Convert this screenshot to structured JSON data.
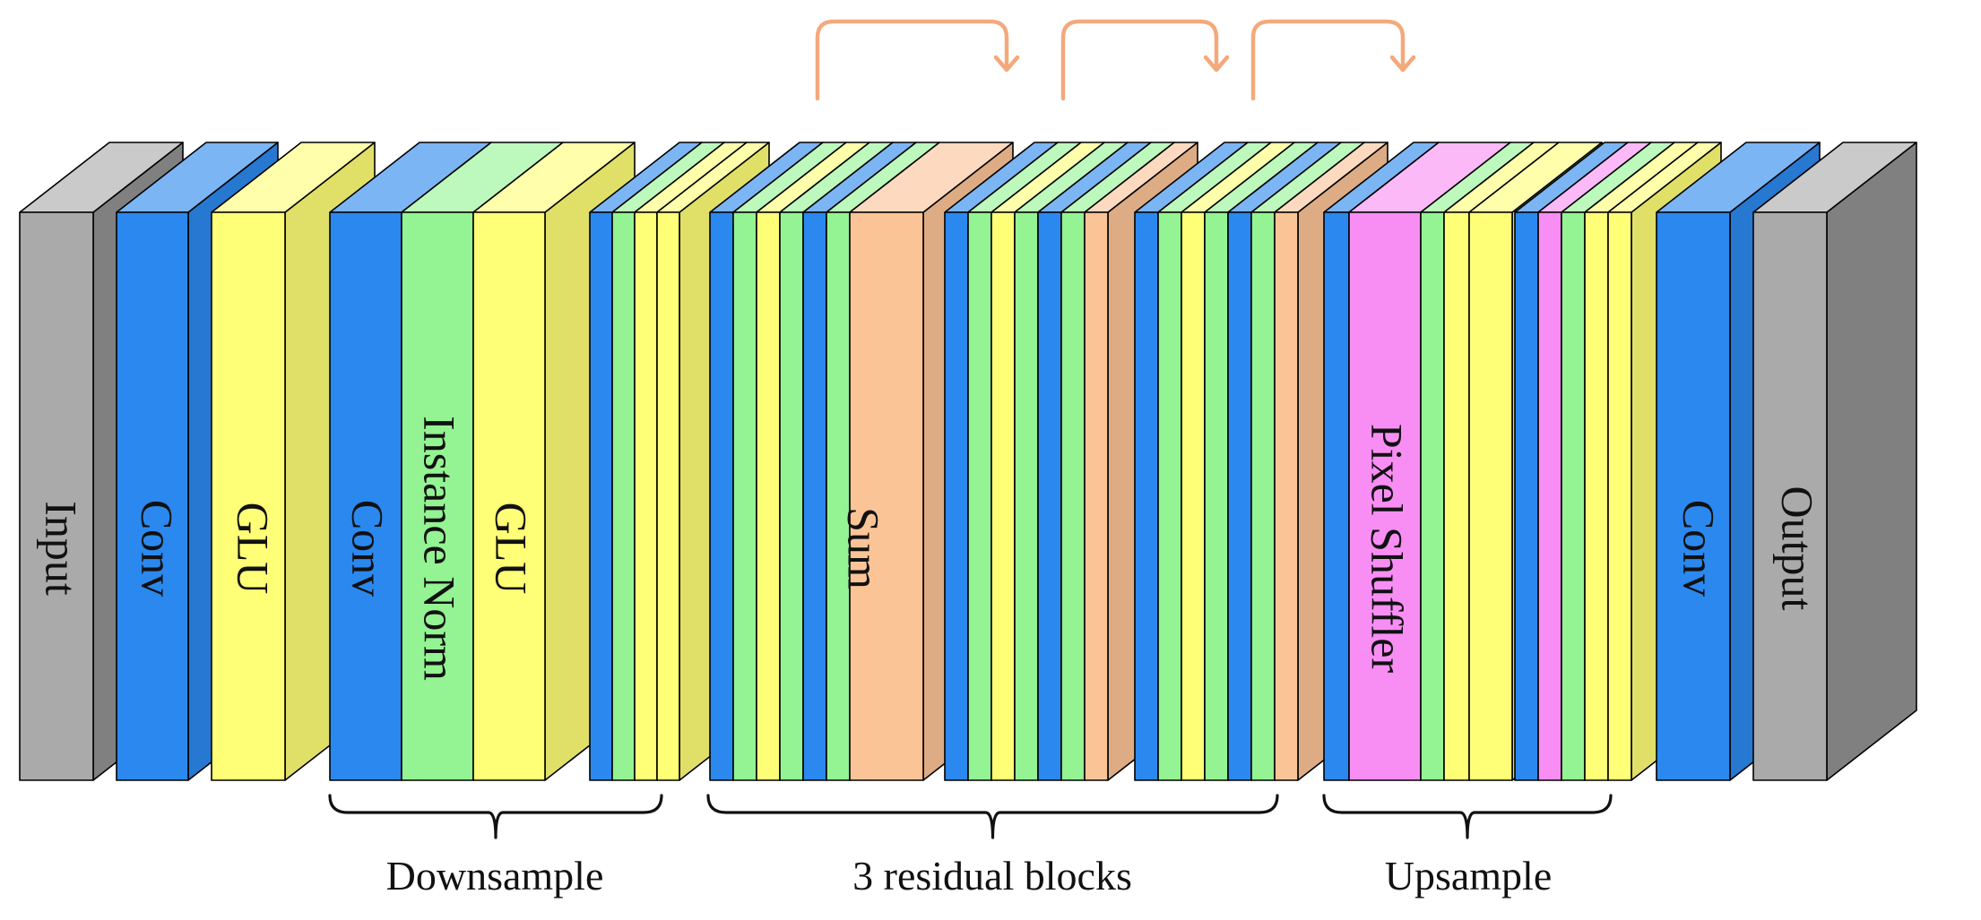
{
  "colors": {
    "conv": "#2b88ee",
    "glu": "#ffff77",
    "norm": "#94f393",
    "sum": "#fbc497",
    "shuffle": "#f88ef4",
    "io": "#aaaaaa",
    "skip_arrow": "#f3a97c"
  },
  "layers": [
    {
      "label": "Input",
      "color": "io"
    },
    {
      "label": "Conv",
      "color": "conv"
    },
    {
      "label": "GLU",
      "color": "glu"
    },
    {
      "label": "Conv",
      "color": "conv"
    },
    {
      "label": "Instance Norm",
      "color": "norm"
    },
    {
      "label": "GLU",
      "color": "glu"
    },
    {
      "label": "Sum",
      "color": "sum"
    },
    {
      "label": "Pixel Shuffler",
      "color": "shuffle"
    },
    {
      "label": "Conv",
      "color": "conv"
    },
    {
      "label": "Output",
      "color": "io"
    }
  ],
  "groups": [
    {
      "label": "Downsample"
    },
    {
      "label": "3 residual blocks"
    },
    {
      "label": "Upsample"
    }
  ],
  "skip_connection_count": 3
}
